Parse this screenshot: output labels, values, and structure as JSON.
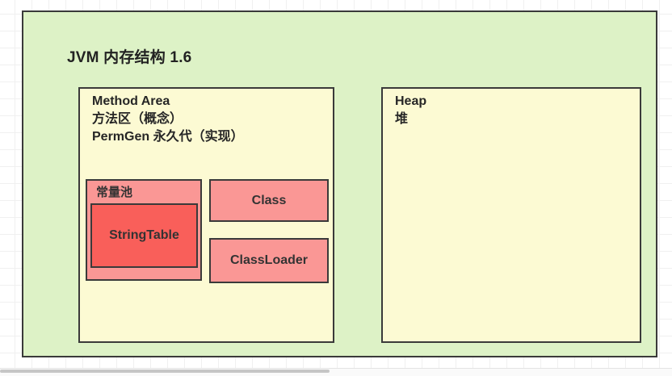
{
  "diagram": {
    "title": "JVM 内存结构 1.6",
    "method_area": {
      "line1": "Method Area",
      "line2": "方法区（概念）",
      "line3": "PermGen 永久代（实现）"
    },
    "constant_pool": {
      "label": "常量池"
    },
    "string_table": {
      "label": "StringTable"
    },
    "class_box": {
      "label": "Class"
    },
    "class_loader": {
      "label": "ClassLoader"
    },
    "heap": {
      "line1": "Heap",
      "line2": "堆"
    },
    "colors": {
      "outer_fill": "#ddf2c6",
      "area_fill": "#fcfad3",
      "pink_fill": "#fa9795",
      "red_fill": "#f95f5a",
      "border": "#3a3a3a",
      "text": "#262626"
    }
  },
  "scrollbar": {
    "orientation": "horizontal"
  }
}
